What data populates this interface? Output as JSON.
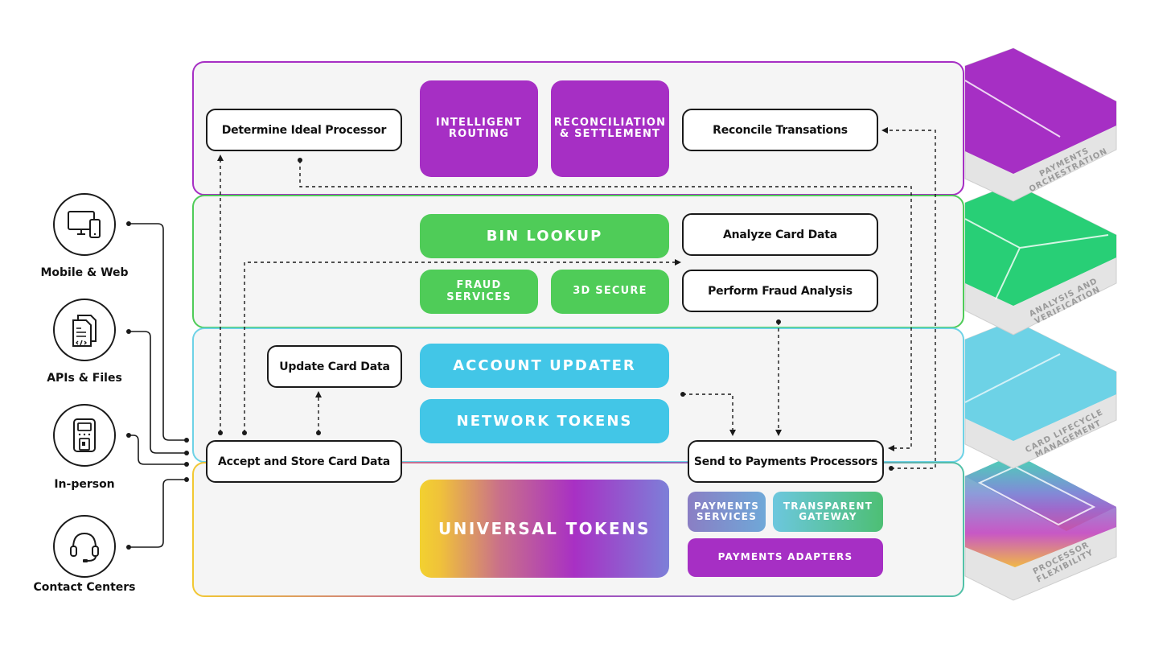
{
  "channels": [
    {
      "label": "Mobile & Web",
      "icon": "devices-icon"
    },
    {
      "label": "APIs & Files",
      "icon": "documents-code-icon"
    },
    {
      "label": "In-person",
      "icon": "card-terminal-icon"
    },
    {
      "label": "Contact Centers",
      "icon": "headset-icon"
    }
  ],
  "layers": {
    "orchestration": {
      "color": "#a62fc4",
      "side_label": "PAYMENTS ORCHESTRATION",
      "steps": {
        "determine": "Determine Ideal Processor",
        "reconcile": "Reconcile Transations"
      },
      "services": {
        "routing": "INTELLIGENT ROUTING",
        "reconciliation": "RECONCILIATION & SETTLEMENT"
      }
    },
    "analysis": {
      "color": "#4fcc58",
      "side_label": "ANALYSIS AND VERIFICATION",
      "steps": {
        "analyze": "Analyze Card Data",
        "fraud_analysis": "Perform Fraud Analysis"
      },
      "services": {
        "bin": "BIN LOOKUP",
        "fraud": "FRAUD SERVICES",
        "secure": "3D SECURE"
      }
    },
    "lifecycle": {
      "color": "#42c6e7",
      "side_label": "CARD LIFECYCLE MANAGEMENT",
      "steps": {
        "update": "Update Card Data"
      },
      "services": {
        "account_updater": "ACCOUNT UPDATER",
        "network_tokens": "NETWORK TOKENS"
      }
    },
    "flexibility": {
      "side_label": "PROCESSOR FLEXIBILITY",
      "steps": {
        "accept": "Accept and Store Card Data",
        "send": "Send to Payments Processors"
      },
      "services": {
        "universal": "UNIVERSAL TOKENS",
        "payments_services": "PAYMENTS SERVICES",
        "gateway": "TRANSPARENT GATEWAY",
        "adapters": "PAYMENTS ADAPTERS"
      }
    }
  }
}
